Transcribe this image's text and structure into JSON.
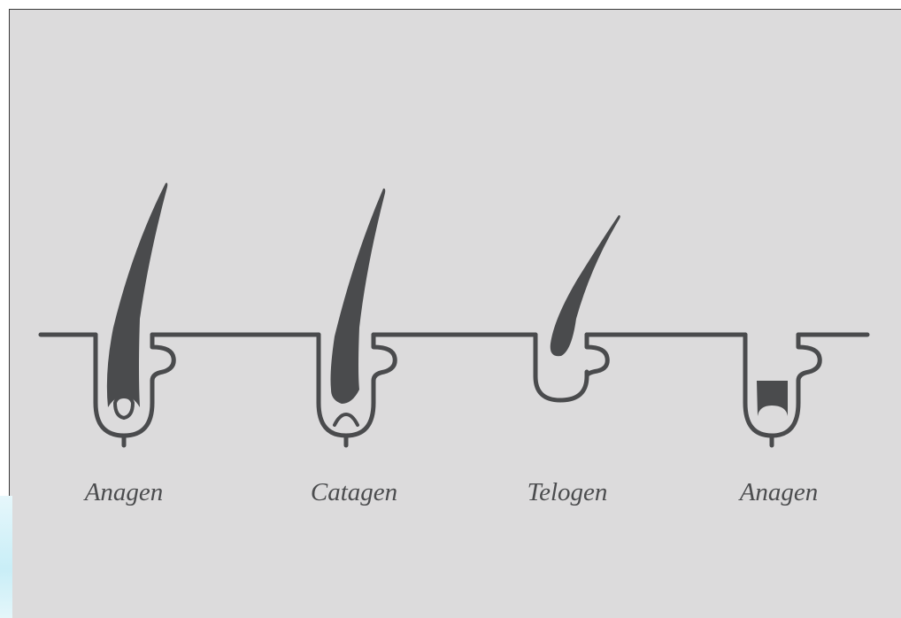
{
  "stages": [
    {
      "label": "Anagen"
    },
    {
      "label": "Catagen"
    },
    {
      "label": "Telogen"
    },
    {
      "label": "Anagen"
    }
  ],
  "colors": {
    "background": "#dcdbdc",
    "ink": "#4a4b4d"
  }
}
